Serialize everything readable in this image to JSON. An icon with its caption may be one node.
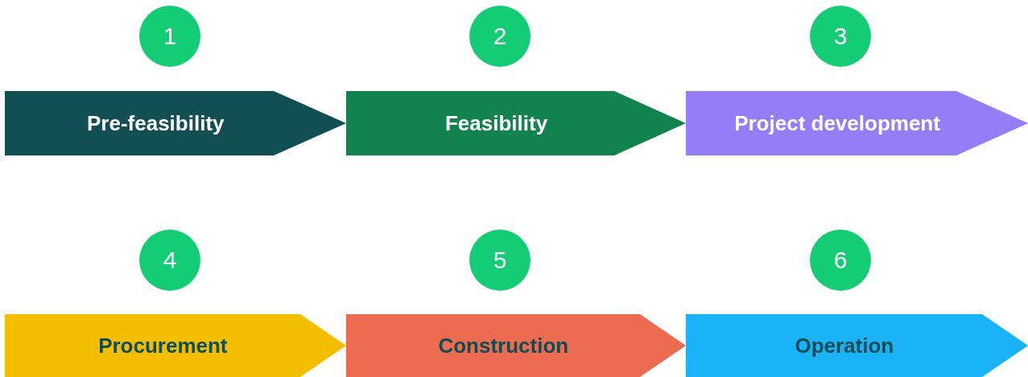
{
  "diagram": {
    "nodes": [
      {
        "text": [
          "1"
        ]
      },
      {
        "text": [
          "2"
        ]
      },
      {
        "text": [
          "3"
        ]
      },
      {
        "text": [
          "Pre-feasibility"
        ]
      },
      {
        "text": [
          "Feasibility"
        ]
      },
      {
        "text": [
          "Project development"
        ]
      },
      {
        "text": [
          "4"
        ]
      },
      {
        "text": [
          "5"
        ]
      },
      {
        "text": [
          "6"
        ]
      },
      {
        "text": [
          "Procurement"
        ]
      },
      {
        "text": [
          "Construction"
        ]
      },
      {
        "text": [
          "Operation"
        ]
      }
    ]
  }
}
